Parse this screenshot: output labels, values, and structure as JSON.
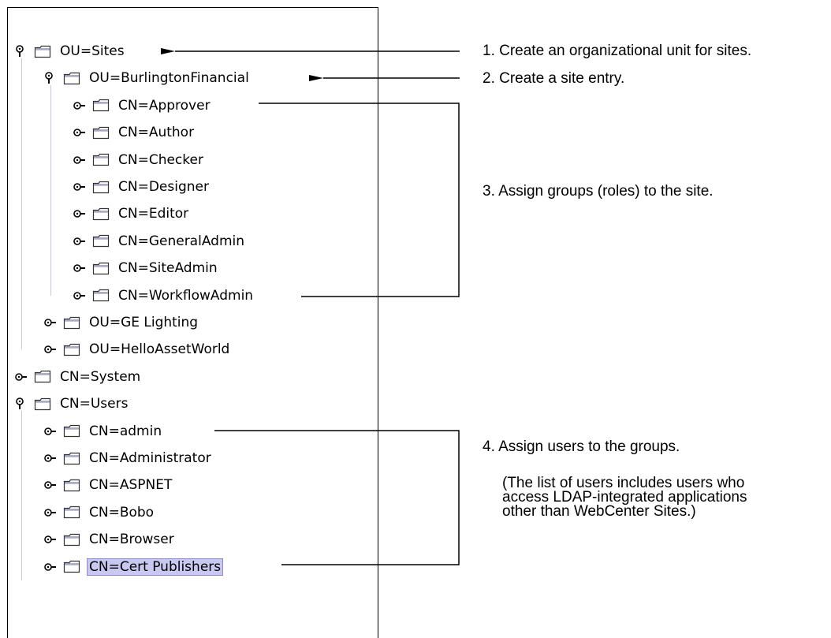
{
  "tree": {
    "items": [
      {
        "label": "OU=Sites",
        "level": 0,
        "expanded": true
      },
      {
        "label": "OU=BurlingtonFinancial",
        "level": 1,
        "expanded": true
      },
      {
        "label": "CN=Approver",
        "level": 2,
        "expanded": false
      },
      {
        "label": "CN=Author",
        "level": 2,
        "expanded": false
      },
      {
        "label": "CN=Checker",
        "level": 2,
        "expanded": false
      },
      {
        "label": "CN=Designer",
        "level": 2,
        "expanded": false
      },
      {
        "label": "CN=Editor",
        "level": 2,
        "expanded": false
      },
      {
        "label": "CN=GeneralAdmin",
        "level": 2,
        "expanded": false
      },
      {
        "label": "CN=SiteAdmin",
        "level": 2,
        "expanded": false
      },
      {
        "label": "CN=WorkflowAdmin",
        "level": 2,
        "expanded": false
      },
      {
        "label": "OU=GE Lighting",
        "level": 1,
        "expanded": false
      },
      {
        "label": "OU=HelloAssetWorld",
        "level": 1,
        "expanded": false
      },
      {
        "label": "CN=System",
        "level": 0,
        "expanded": false
      },
      {
        "label": "CN=Users",
        "level": 0,
        "expanded": true
      },
      {
        "label": "CN=admin",
        "level": 1,
        "expanded": false
      },
      {
        "label": "CN=Administrator",
        "level": 1,
        "expanded": false
      },
      {
        "label": "CN=ASPNET",
        "level": 1,
        "expanded": false
      },
      {
        "label": "CN=Bobo",
        "level": 1,
        "expanded": false
      },
      {
        "label": "CN=Browser",
        "level": 1,
        "expanded": false
      },
      {
        "label": "CN=Cert Publishers",
        "level": 1,
        "expanded": false,
        "selected": true
      }
    ]
  },
  "callouts": {
    "step1": "1. Create an organizational unit for sites.",
    "step2": "2. Create a site entry.",
    "step3": "3. Assign groups (roles) to the site.",
    "step4": "4.  Assign users to the groups.",
    "step4_note_line1": "(The list of users includes users who",
    "step4_note_line2": "access LDAP-integrated applications",
    "step4_note_line3": "other than WebCenter Sites.)"
  },
  "icons": {
    "expanded_handle": "expanded-handle-icon",
    "collapsed_handle": "collapsed-handle-icon",
    "folder": "folder-icon"
  },
  "colors": {
    "selection_bg": "#c8c8f0",
    "guide_line": "#c8c8dc"
  }
}
